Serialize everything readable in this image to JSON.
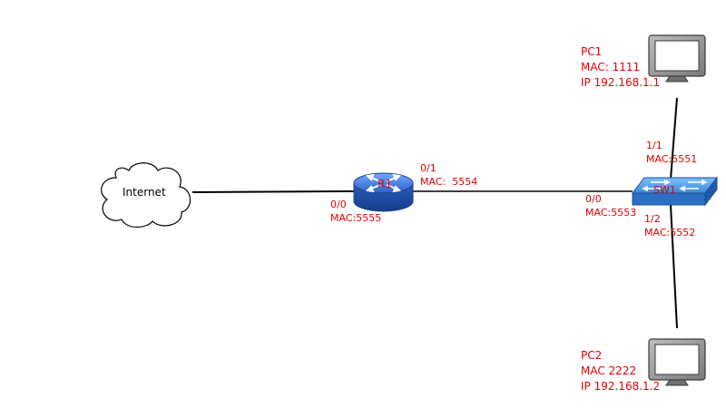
{
  "devices": {
    "internet": {
      "label": "Internet"
    },
    "router": {
      "label": "R1"
    },
    "switch": {
      "label": "SW1"
    },
    "pc1": {
      "name": "PC1",
      "mac": "MAC: 1111",
      "ip": "IP 192.168.1.1"
    },
    "pc2": {
      "name": "PC2",
      "mac": "MAC 2222",
      "ip": "IP 192.168.1.2"
    }
  },
  "interfaces": {
    "r1_00": {
      "port": "0/0",
      "mac": "MAC:5555"
    },
    "r1_01": {
      "port": "0/1",
      "mac": "MAC:  5554"
    },
    "sw1_00": {
      "port": "0/0",
      "mac": "MAC:5553"
    },
    "sw1_11": {
      "port": "1/1",
      "mac": "MAC:5551"
    },
    "sw1_12": {
      "port": "1/2",
      "mac": "MAC:5552"
    }
  },
  "colors": {
    "label": "#e00000",
    "router": "#2f6fd6",
    "switch": "#3d8ee0",
    "link": "#000000"
  },
  "icons": [
    "cloud-icon",
    "router-icon",
    "switch-icon",
    "monitor-icon"
  ]
}
